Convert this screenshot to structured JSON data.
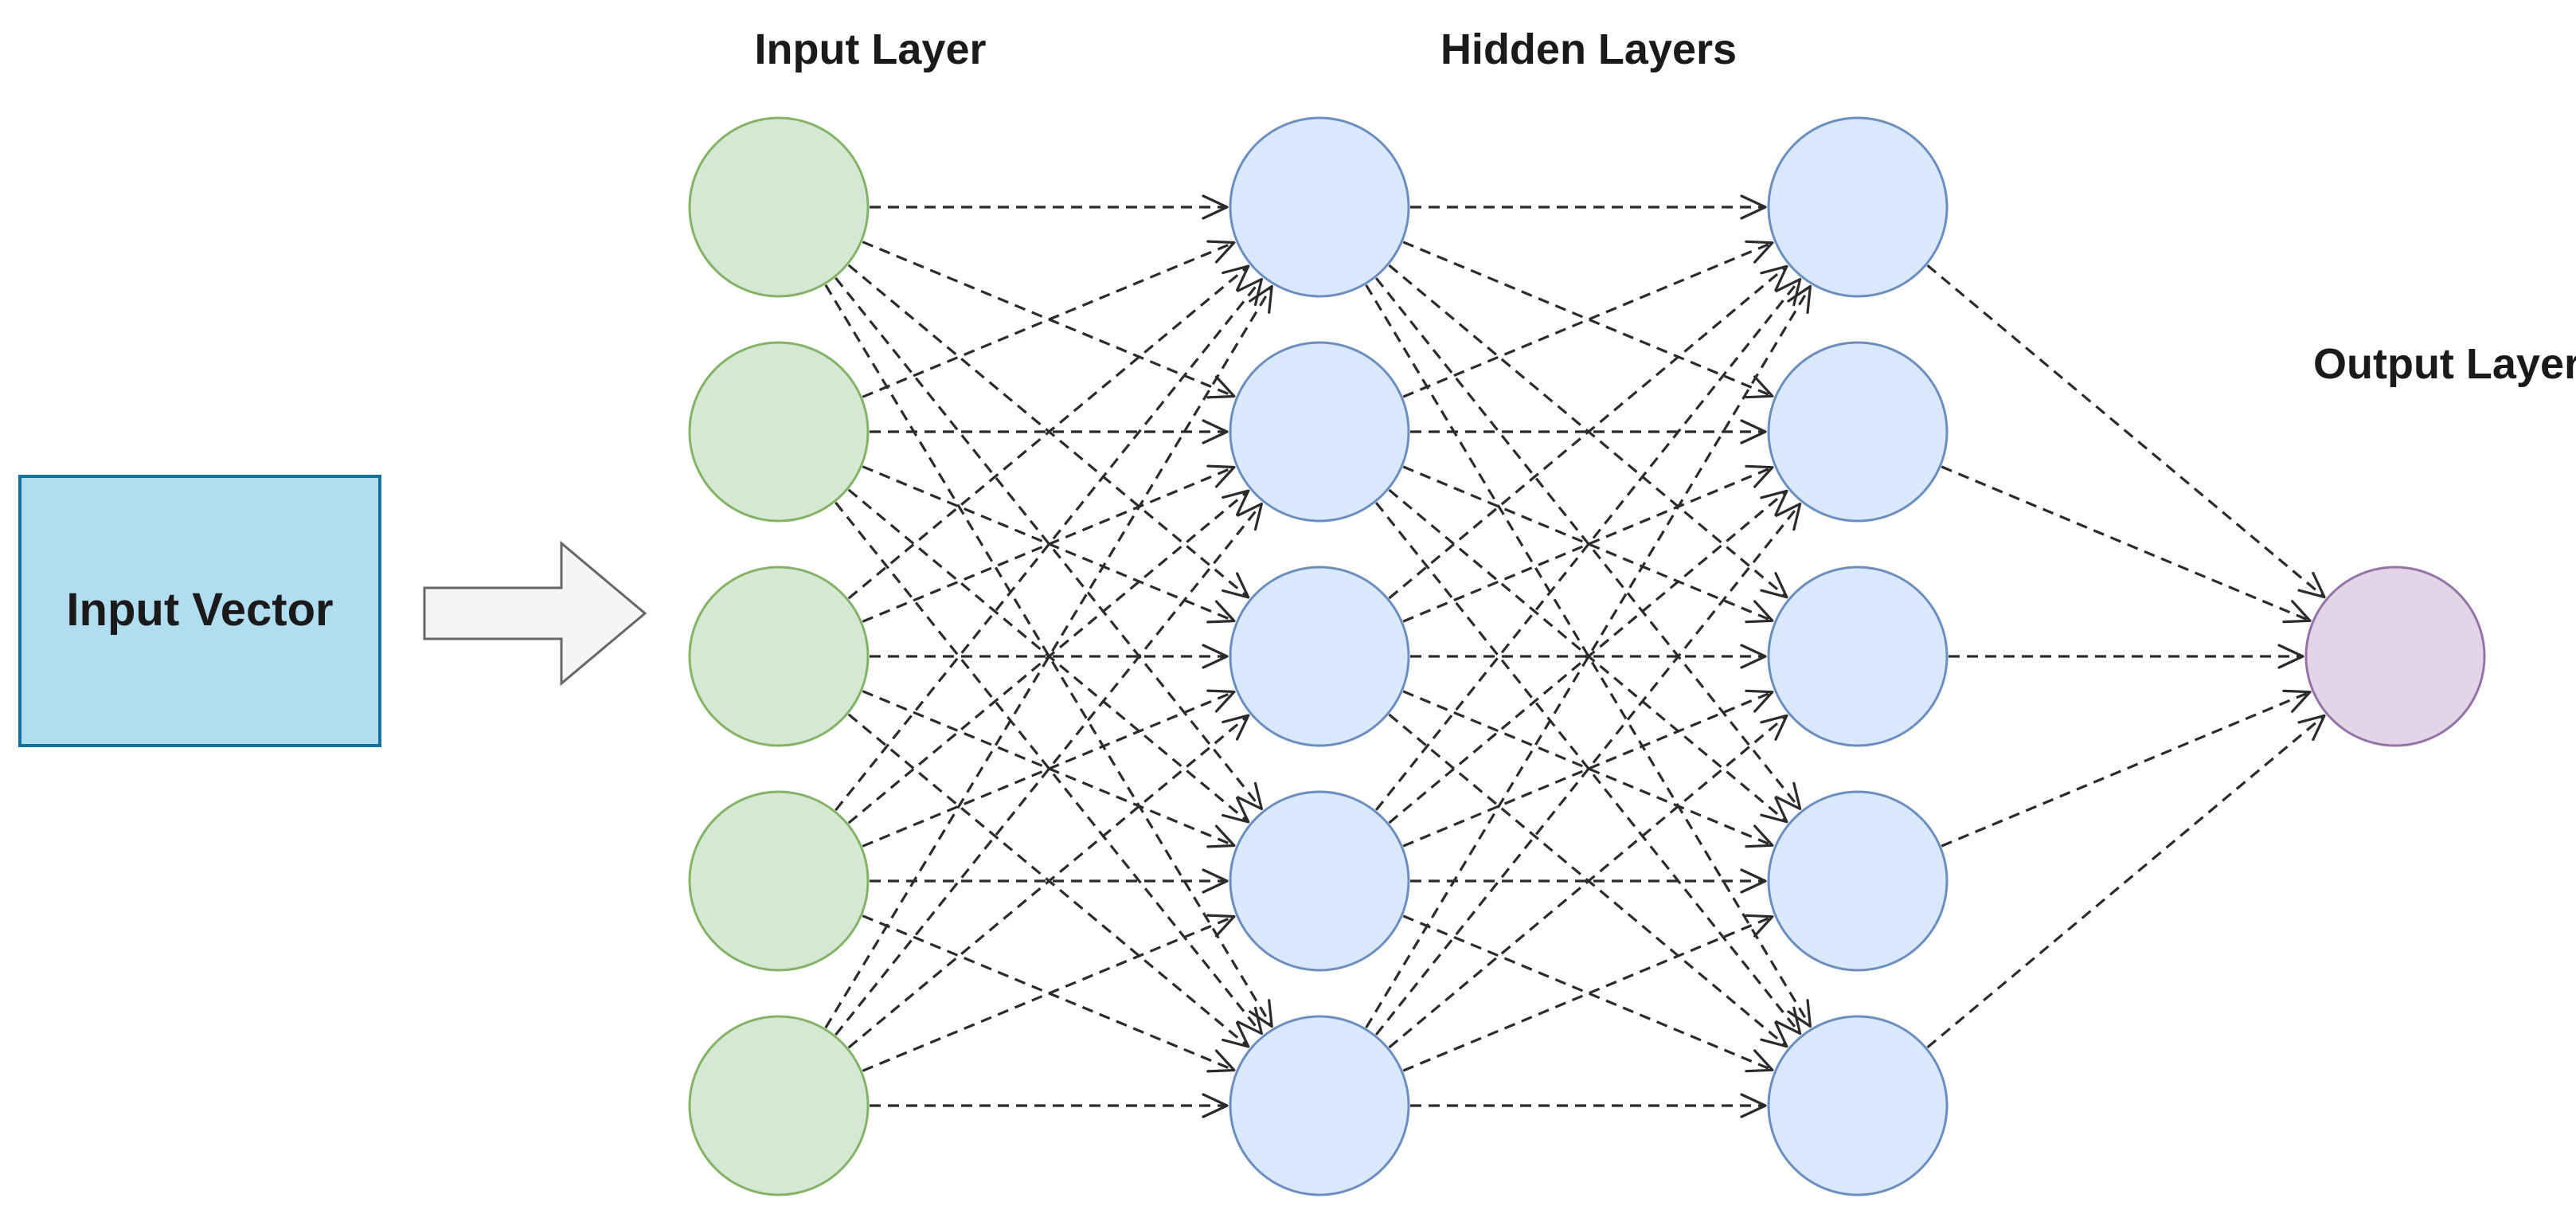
{
  "titles": {
    "input_layer": "Input Layer",
    "hidden_layers": "Hidden Layers",
    "output_layer": "Output Layer"
  },
  "input_box": {
    "label": "Input Vector",
    "fill": "#b1ddf0",
    "stroke": "#10739e"
  },
  "block_arrow": {
    "fill": "#f5f5f5",
    "stroke": "#666666"
  },
  "layers": [
    {
      "name": "input",
      "count": 5,
      "fill": "#d5e8d4",
      "stroke": "#82b366"
    },
    {
      "name": "hidden-1",
      "count": 5,
      "fill": "#dae8fc",
      "stroke": "#6c8ebf"
    },
    {
      "name": "hidden-2",
      "count": 5,
      "fill": "#dae8fc",
      "stroke": "#6c8ebf"
    },
    {
      "name": "output",
      "count": 1,
      "fill": "#e1d5e7",
      "stroke": "#9673a6"
    }
  ],
  "edge_color": "#2b2b2b"
}
